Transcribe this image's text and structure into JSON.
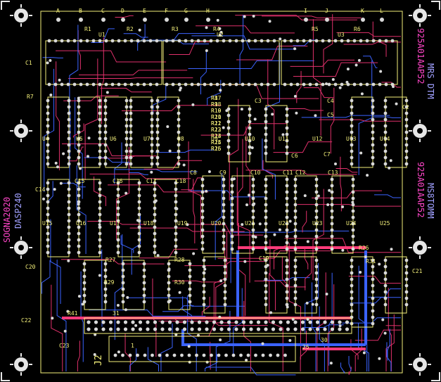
{
  "colors": {
    "background": "#000000",
    "silkscreen": "#f4f07a",
    "top_trace": "#3b63ff",
    "bottom_trace": "#e0306b",
    "pad": "#d9d9d9",
    "mount_hole": "#e6e6e6",
    "power_trace": "#ff3b7a"
  },
  "pcb": {
    "top_labels": [
      "A",
      "B",
      "C",
      "D",
      "E",
      "F",
      "G",
      "H",
      "I",
      "J",
      "K",
      "L"
    ],
    "resistors_top": [
      "R1",
      "R2",
      "R3",
      "R4",
      "R5",
      "R6"
    ],
    "chips_top": [
      "U1",
      "U2",
      "U3"
    ],
    "left_caps": [
      "C1",
      "R7"
    ],
    "right_caps": [
      "C2",
      "C3",
      "C4",
      "C5",
      "C6",
      "C7"
    ],
    "mid_labels": [
      "C8",
      "C9",
      "C10",
      "C11",
      "C12",
      "C13",
      "C14",
      "C15",
      "C16",
      "C17",
      "C18",
      "C19",
      "C20",
      "C21",
      "C22",
      "C23"
    ],
    "chip_labels_mid": [
      "U4",
      "U5",
      "U6",
      "U7",
      "U8",
      "U9",
      "U10",
      "U11",
      "U12",
      "U13",
      "U14",
      "U15",
      "U16",
      "U17",
      "U18",
      "U19",
      "U20",
      "U21",
      "U22",
      "U23",
      "U24",
      "U25"
    ],
    "bottom_labels": [
      "R26",
      "R27",
      "R28",
      "R29",
      "R30",
      "R31",
      "R41"
    ],
    "resistor_stack": [
      "R8",
      "R9",
      "R10",
      "R11",
      "R12",
      "R13",
      "R14",
      "R15",
      "R16",
      "R17",
      "R18",
      "R19",
      "R20",
      "R21",
      "R22",
      "R23",
      "R24",
      "R25"
    ],
    "connector_label": "J2",
    "pin_numbers": [
      "1",
      "25",
      "30",
      "31"
    ],
    "left_side_text": [
      "SOGNA2020",
      "DASP240"
    ],
    "right_side_text_1": [
      "925A01AAP52",
      "MRS DTM"
    ],
    "right_side_text_2": [
      "925A01AAP52",
      "MS8TOMM"
    ]
  }
}
